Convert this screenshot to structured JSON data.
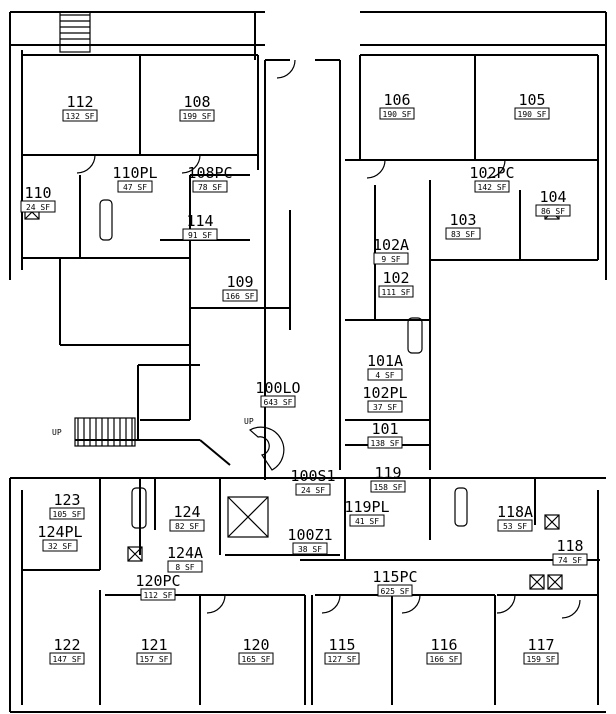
{
  "stair_labels": [
    "UP",
    "UP"
  ],
  "sf_unit": "SF",
  "rooms": [
    {
      "id": "112",
      "sf": "132 SF"
    },
    {
      "id": "108",
      "sf": "199 SF"
    },
    {
      "id": "110",
      "sf": "24 SF"
    },
    {
      "id": "110PL",
      "sf": "47 SF"
    },
    {
      "id": "108PC",
      "sf": "78 SF"
    },
    {
      "id": "114",
      "sf": "91 SF"
    },
    {
      "id": "106",
      "sf": "190 SF"
    },
    {
      "id": "105",
      "sf": "190 SF"
    },
    {
      "id": "102PC",
      "sf": "142 SF"
    },
    {
      "id": "104",
      "sf": "86 SF"
    },
    {
      "id": "103",
      "sf": "83 SF"
    },
    {
      "id": "102A",
      "sf": "9 SF"
    },
    {
      "id": "102",
      "sf": "111 SF"
    },
    {
      "id": "109",
      "sf": "166 SF"
    },
    {
      "id": "100LO",
      "sf": "643 SF"
    },
    {
      "id": "101A",
      "sf": "4 SF"
    },
    {
      "id": "102PL",
      "sf": "37 SF"
    },
    {
      "id": "101",
      "sf": "138 SF"
    },
    {
      "id": "100S1",
      "sf": "24 SF"
    },
    {
      "id": "119",
      "sf": "158 SF"
    },
    {
      "id": "119PL",
      "sf": "41 SF"
    },
    {
      "id": "118A",
      "sf": "53 SF"
    },
    {
      "id": "118",
      "sf": "74 SF"
    },
    {
      "id": "100Z1",
      "sf": "38 SF"
    },
    {
      "id": "115PC",
      "sf": "625 SF"
    },
    {
      "id": "123",
      "sf": "105 SF"
    },
    {
      "id": "124PL",
      "sf": "32 SF"
    },
    {
      "id": "124",
      "sf": "82 SF"
    },
    {
      "id": "124A",
      "sf": "8 SF"
    },
    {
      "id": "120PC",
      "sf": "112 SF"
    },
    {
      "id": "122",
      "sf": "147 SF"
    },
    {
      "id": "121",
      "sf": "157 SF"
    },
    {
      "id": "120",
      "sf": "165 SF"
    },
    {
      "id": "115",
      "sf": "127 SF"
    },
    {
      "id": "116",
      "sf": "166 SF"
    },
    {
      "id": "117",
      "sf": "159 SF"
    }
  ]
}
